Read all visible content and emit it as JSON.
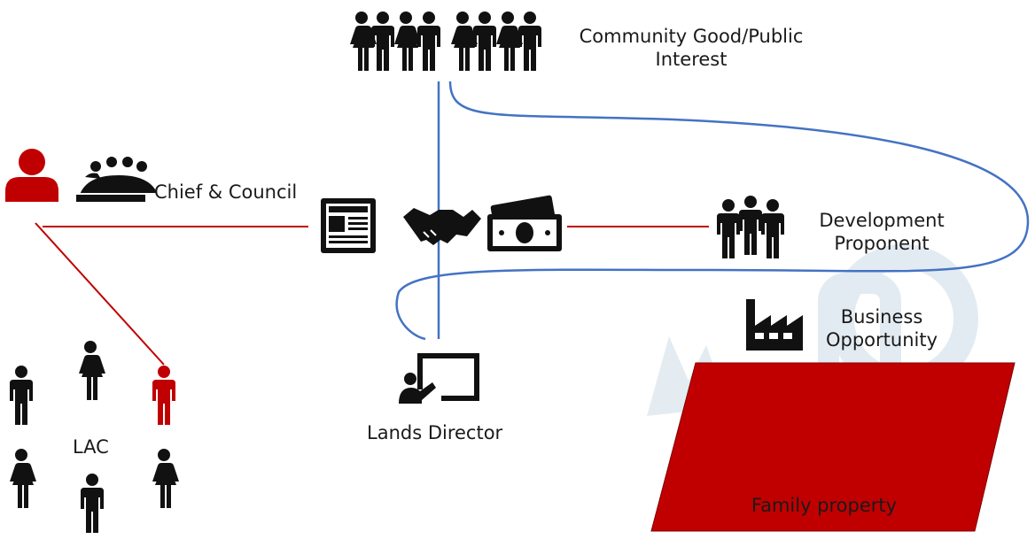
{
  "labels": {
    "community": [
      "Community Good/Public",
      "Interest"
    ],
    "chief": "Chief & Council",
    "development": [
      "Development",
      "Proponent"
    ],
    "business": [
      "Business",
      "Opportunity"
    ],
    "lands_director": "Lands Director",
    "lac": "LAC",
    "family_property": "Family property"
  },
  "icons": [
    "community-crowd-icon",
    "chief-person-icon",
    "council-icon",
    "newspaper-icon",
    "handshake-icon",
    "money-icon",
    "proponent-group-icon",
    "factory-icon",
    "presentation-icon",
    "lac-person-icon"
  ],
  "colors": {
    "red": "#c00000",
    "blue": "#4472c4",
    "black": "#111111",
    "watermark": "#dde7ef"
  }
}
